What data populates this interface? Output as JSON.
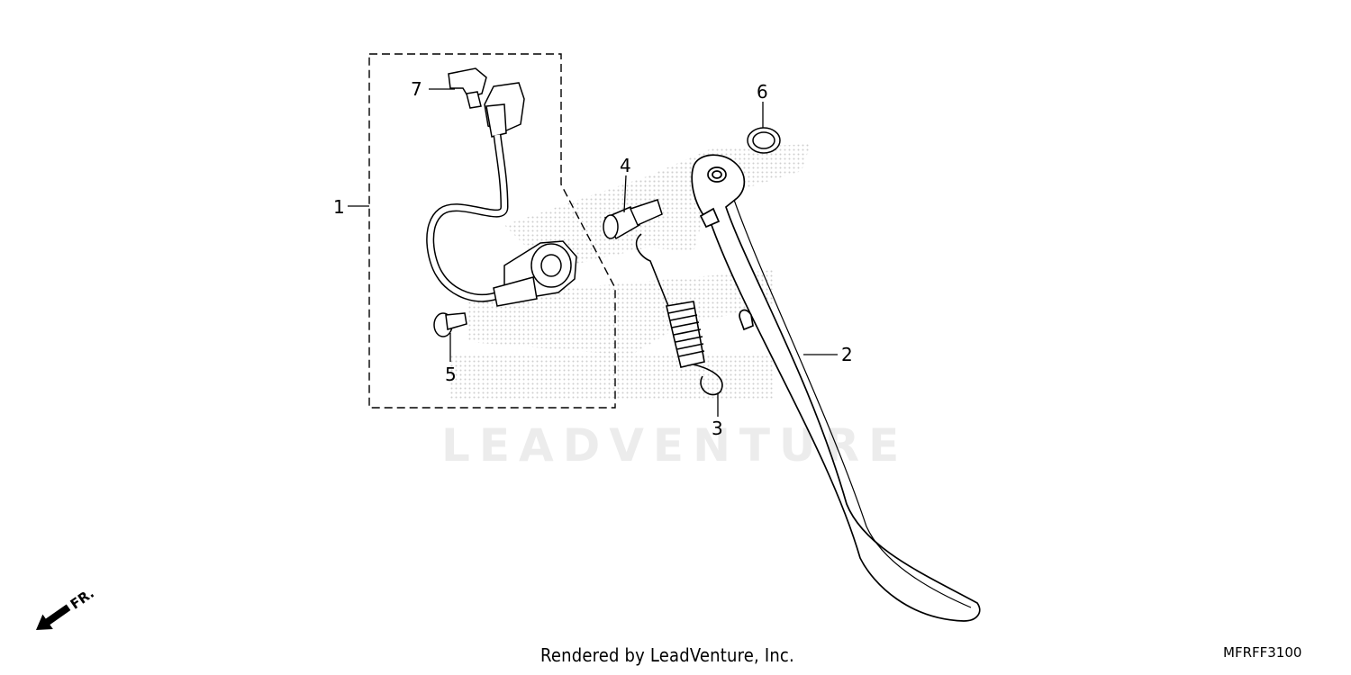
{
  "callouts": [
    "1",
    "2",
    "3",
    "4",
    "5",
    "6",
    "7"
  ],
  "watermark_text": "LEADVENTURE",
  "footer": {
    "credit": "Rendered by LeadVenture, Inc.",
    "diagram_code": "MFRFF3100"
  },
  "front_indicator": "FR.",
  "parts": [
    {
      "ref": "1",
      "name": "side-stand-switch-assembly"
    },
    {
      "ref": "2",
      "name": "side-stand"
    },
    {
      "ref": "3",
      "name": "return-spring"
    },
    {
      "ref": "4",
      "name": "pivot-bolt"
    },
    {
      "ref": "5",
      "name": "switch-screw"
    },
    {
      "ref": "6",
      "name": "lock-nut"
    },
    {
      "ref": "7",
      "name": "wire-clip"
    }
  ]
}
